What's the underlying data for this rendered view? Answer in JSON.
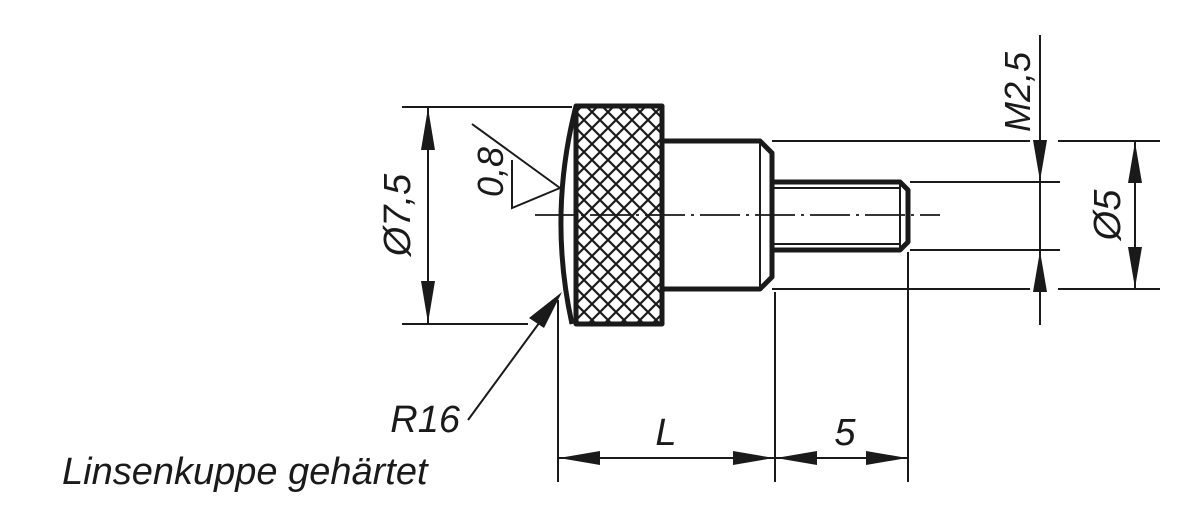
{
  "drawing": {
    "labels": {
      "knob_diameter": "Ø7,5",
      "roughness": "0,8",
      "thread": "M2,5",
      "shoulder_diameter": "Ø5",
      "radius": "R16",
      "length": "L",
      "thread_length": "5",
      "note": "Linsenkuppe gehärtet"
    },
    "colors": {
      "line": "#1a1a1a",
      "background": "#ffffff"
    }
  }
}
